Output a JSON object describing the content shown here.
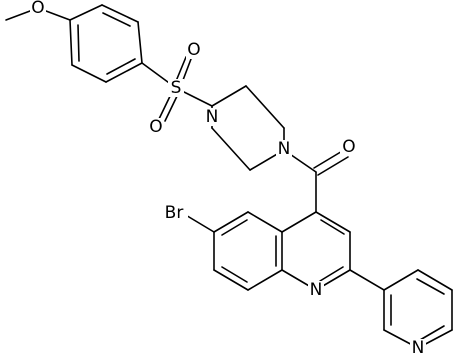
{
  "molecule": {
    "atoms": {
      "methoxy_oxygen": "O",
      "sulfur": "S",
      "sulfonyl_oxygen_top": "O",
      "sulfonyl_oxygen_bottom": "O",
      "piperazine_n1": "N",
      "piperazine_n4": "N",
      "carbonyl_oxygen": "O",
      "bromine": "Br",
      "quinoline_nitrogen": "N",
      "pyridine_nitrogen": "N"
    }
  }
}
